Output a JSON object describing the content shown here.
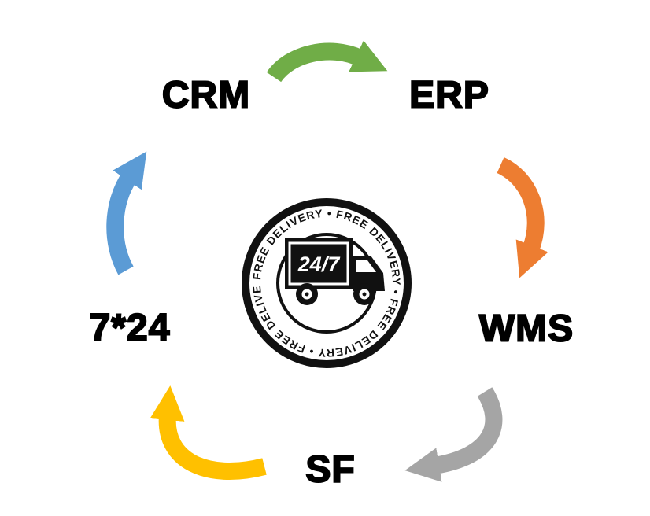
{
  "nodes": {
    "crm": "CRM",
    "erp": "ERP",
    "wms": "WMS",
    "sf": "SF",
    "support": "7*24"
  },
  "arrows": {
    "crm_to_erp": {
      "color": "#70ad47"
    },
    "erp_to_wms": {
      "color": "#ed7d31"
    },
    "wms_to_sf": {
      "color": "#a5a5a5"
    },
    "sf_to_support": {
      "color": "#ffc000"
    },
    "support_to_crm": {
      "color": "#5b9bd5"
    }
  },
  "badge": {
    "ring_text": "FREE DELIVERY • FREE DELIVERY • FREE DELIVERY • FREE DELIVERY • ",
    "truck_label": "24/7"
  }
}
